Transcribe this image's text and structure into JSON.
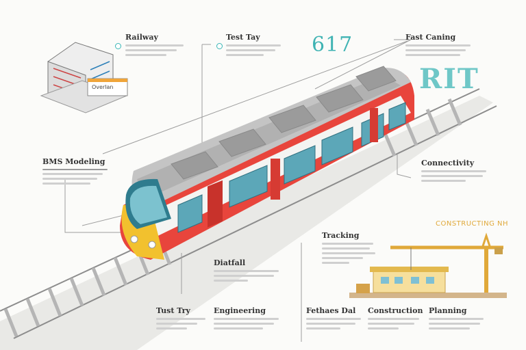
{
  "headline_number": "617",
  "brand_text": "RIT",
  "construction_label": "CONSTRUCTING NH",
  "inset_panel_label": "Overlan",
  "callouts": [
    {
      "id": "railway",
      "title": "Railway"
    },
    {
      "id": "test-track",
      "title": "Test Tay"
    },
    {
      "id": "fast-canning",
      "title": "Fast Caning"
    },
    {
      "id": "bms-modeling",
      "title": "BMS Modeling"
    },
    {
      "id": "connectivity",
      "title": "Connectivity"
    },
    {
      "id": "tracking",
      "title": "Tracking"
    },
    {
      "id": "drafting",
      "title": "Diatfall"
    },
    {
      "id": "test-try",
      "title": "Tust Try"
    },
    {
      "id": "engineering",
      "title": "Engineering"
    },
    {
      "id": "features",
      "title": "Fethaes Dal"
    },
    {
      "id": "construction",
      "title": "Construction"
    },
    {
      "id": "planning",
      "title": "Planning"
    }
  ],
  "colors": {
    "accent": "#3fb3b3",
    "train_red": "#e0403a",
    "train_gray": "#a9a9a9",
    "crane_yellow": "#eeb53a"
  }
}
